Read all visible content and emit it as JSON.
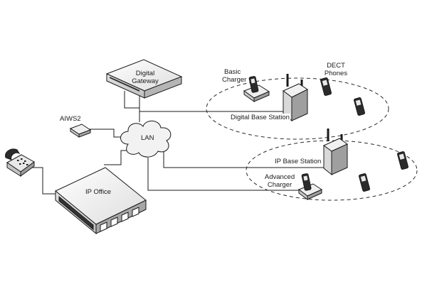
{
  "labels": {
    "digital_gateway_l1": "Digital",
    "digital_gateway_l2": "Gateway",
    "basic_charger_l1": "Basic",
    "basic_charger_l2": "Charger",
    "dect_phones_l1": "DECT",
    "dect_phones_l2": "Phones",
    "aiws2": "AIWS2",
    "lan": "LAN",
    "digital_base_station": "Digital Base Station",
    "ip_base_station": "IP Base Station",
    "advanced_charger_l1": "Advanced",
    "advanced_charger_l2": "Charger",
    "ip_office": "IP Office"
  },
  "colors": {
    "stroke": "#1a1a1a",
    "box_top": "#f4f4f4",
    "box_front": "#d6d6d6",
    "box_side": "#bcbcbc",
    "dark": "#2b2b2b"
  },
  "icons": [
    "desk-phone-icon",
    "digital-gateway-icon",
    "aiws2-icon",
    "lan-cloud-icon",
    "ip-office-icon",
    "digital-base-station-icon",
    "ip-base-station-icon",
    "basic-charger-icon",
    "advanced-charger-icon",
    "dect-handset-icon"
  ]
}
